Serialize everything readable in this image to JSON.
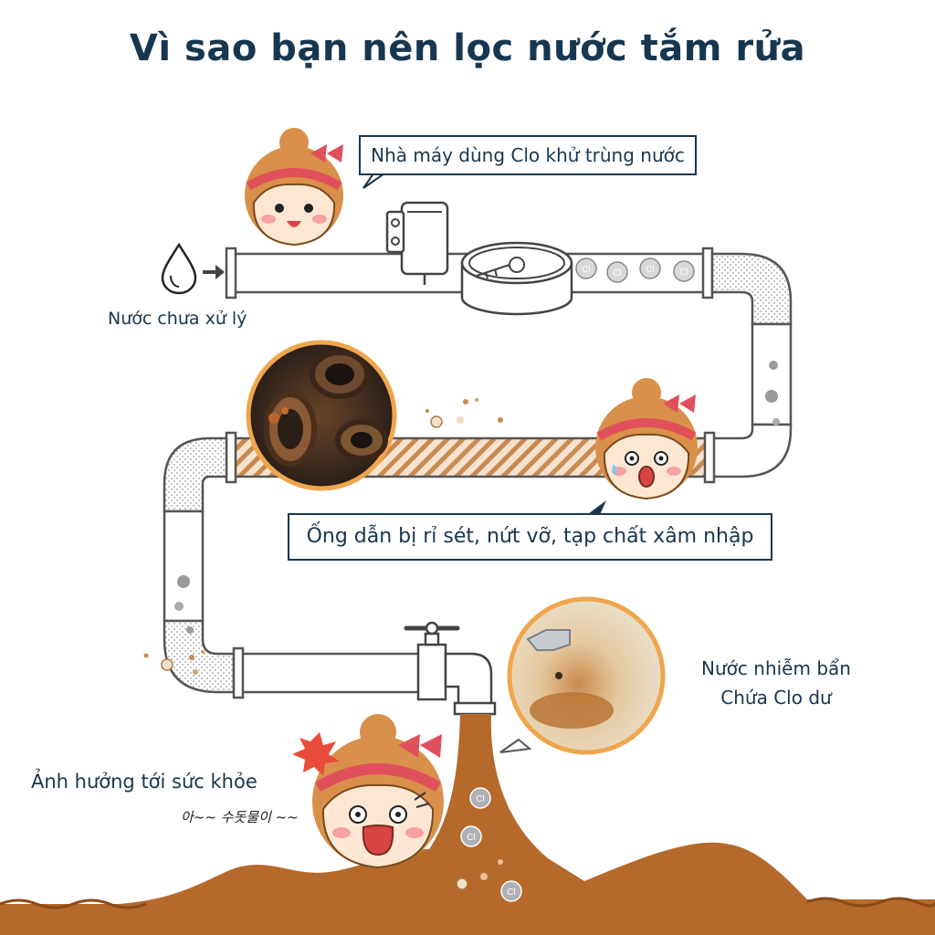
{
  "title": "Vì sao bạn nên lọc nước tắm rửa",
  "labels": {
    "raw_water": "Nước chưa xử lý",
    "factory_chlorine": "Nhà máy dùng Clo khử trùng nước",
    "pipe_damage": "Ống dẫn bị rỉ sét, nứt vỡ, tạp chất xâm nhập",
    "dirty_water_line1": "Nước nhiễm bẩn",
    "dirty_water_line2": "Chứa Clo dư",
    "health": "Ảnh hưởng tới sức khỏe",
    "korean_exclaim": "아~~ 수돗물이 ~~"
  },
  "chlorine_symbol": "Cl",
  "colors": {
    "title": "#17364f",
    "pipe_stroke": "#555555",
    "rust": "#c07a3a",
    "mud": "#b5692b",
    "cheek": "#f7a1a1",
    "bow": "#e0505a",
    "hair": "#d9904a"
  }
}
